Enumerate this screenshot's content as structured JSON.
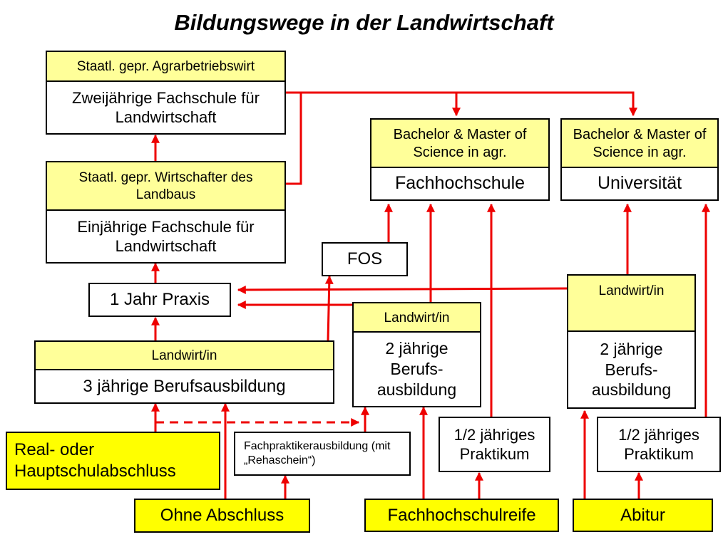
{
  "title": "Bildungswege in der Landwirtschaft",
  "boxes": {
    "agrarbetriebswirt": "Staatl. gepr. Agrarbetriebswirt",
    "fachschule_2j": "Zweijährige Fachschule für Landwirtschaft",
    "wirtschafter": "Staatl. gepr. Wirtschafter des Landbaus",
    "fachschule_1j": "Einjährige Fachschule für Landwirtschaft",
    "praxis": "1 Jahr Praxis",
    "landwirt_3j_head": "Landwirt/in",
    "landwirt_3j_body": "3 jährige Berufsausbildung",
    "fos": "FOS",
    "fh_head": "Bachelor & Master of Science in agr.",
    "fh_body": "Fachhochschule",
    "uni_head": "Bachelor & Master of Science in agr.",
    "uni_body": "Universität",
    "landwirt_2j_a_head": "Landwirt/in",
    "landwirt_2j_a_body": "2 jährige Berufs-ausbildung",
    "landwirt_2j_b_head": "Landwirt/in",
    "landwirt_2j_b_body": "2 jährige Berufs-ausbildung",
    "praktikum_a": "1/2 jähriges Praktikum",
    "praktikum_b": "1/2 jähriges Praktikum",
    "fachpraktiker": "Fachpraktikerausbildung (mit „Rehaschein“)",
    "real_haupt": "Real- oder Hauptschulabschluss",
    "ohne": "Ohne Abschluss",
    "fhreife": "Fachhochschulreife",
    "abitur": "Abitur"
  },
  "colors": {
    "arrow": "#ee0000",
    "highlight": "#ffff99",
    "entry": "#ffff00"
  }
}
